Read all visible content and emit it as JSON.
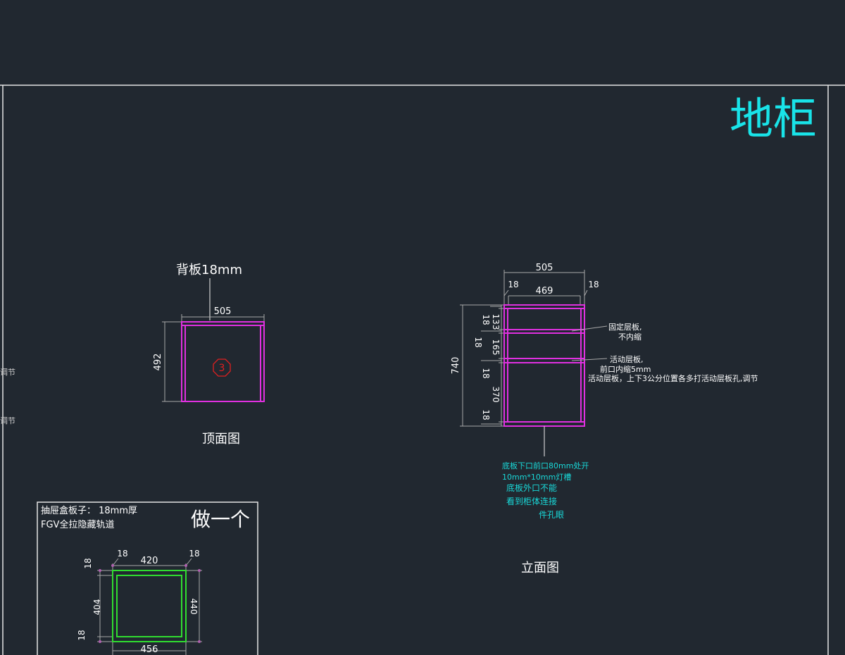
{
  "colors": {
    "background": "#212830",
    "frame": "#e6e6e6",
    "title": "#19e3e8",
    "cabinet": "#e030e0",
    "drawer": "#30dd30",
    "dimension": "#a8a8a8",
    "label": "#ffffff",
    "note": "#19d8d8",
    "marker": "#e02020"
  },
  "sheet": {
    "title": "地柜",
    "left_clip_notes": [
      "调节",
      "调节"
    ]
  },
  "top_view": {
    "back_panel_label": "背板18mm",
    "width_dim": "505",
    "depth_dim": "492",
    "marker": "3",
    "caption": "顶面图"
  },
  "elevation": {
    "caption": "立面图",
    "overall_width": "505",
    "side_left": "18",
    "side_right": "18",
    "inner_width": "469",
    "overall_height": "740",
    "segments": [
      "18",
      "133",
      "18",
      "165",
      "18",
      "370",
      "18"
    ],
    "shelf_note_fixed": [
      "固定层板,",
      "不内缩"
    ],
    "shelf_note_movable": [
      "活动层板,",
      "前口内缩5mm",
      "活动层板，上下3公分位置各多打活动层板孔,调节"
    ],
    "bottom_notes": [
      "底板下口前口80mm处开",
      "10mm*10mm灯槽",
      "底板外口不能",
      "看到柜体连接",
      "件孔眼"
    ]
  },
  "drawer": {
    "spec_line1": "抽屉盒板子：  18mm厚",
    "spec_line2": "FGV全拉隐藏轨道",
    "quantity": "做一个",
    "side_left": "18",
    "inner_width": "420",
    "side_right": "18",
    "top_thk": "18",
    "inner_depth": "404",
    "outer_depth": "440",
    "bottom_thk": "18",
    "outer_width": "456"
  }
}
